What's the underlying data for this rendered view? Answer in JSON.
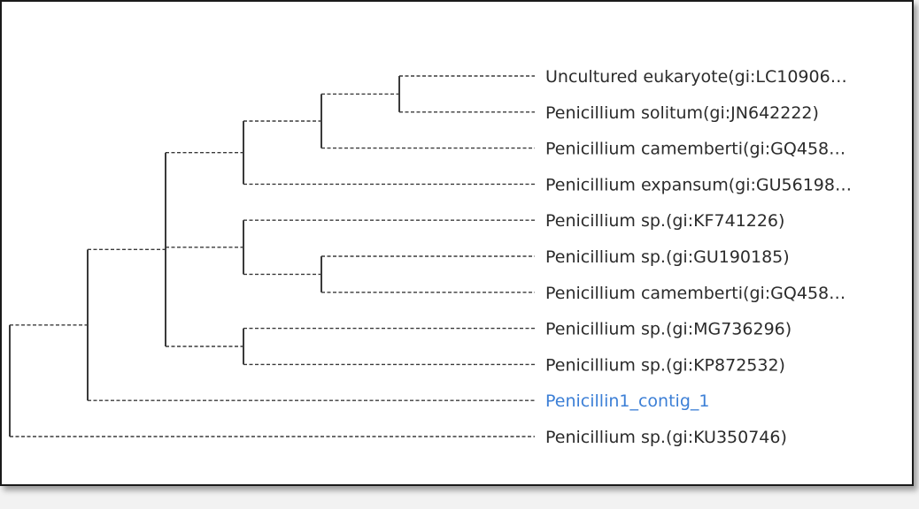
{
  "tree": {
    "leaves": [
      {
        "id": "L1",
        "label": "Uncultured eukaryote(gi:LC10906…",
        "highlight": false
      },
      {
        "id": "L2",
        "label": "Penicillium solitum(gi:JN642222)",
        "highlight": false
      },
      {
        "id": "L3",
        "label": "Penicillium camemberti(gi:GQ458…",
        "highlight": false
      },
      {
        "id": "L4",
        "label": "Penicillium expansum(gi:GU56198…",
        "highlight": false
      },
      {
        "id": "L5",
        "label": "Penicillium sp.(gi:KF741226)",
        "highlight": false
      },
      {
        "id": "L6",
        "label": "Penicillium sp.(gi:GU190185)",
        "highlight": false
      },
      {
        "id": "L7",
        "label": "Penicillium camemberti(gi:GQ458…",
        "highlight": false
      },
      {
        "id": "L8",
        "label": "Penicillium sp.(gi:MG736296)",
        "highlight": false
      },
      {
        "id": "L9",
        "label": "Penicillium sp.(gi:KP872532)",
        "highlight": false
      },
      {
        "id": "L10",
        "label": "Penicillin1_contig_1",
        "highlight": true
      },
      {
        "id": "L11",
        "label": "Penicillium sp.(gi:KU350746)",
        "highlight": false
      }
    ],
    "topology": [
      "L11",
      [
        "L10",
        [
          [
            "L8",
            "L9"
          ],
          [
            [
              [
                "L1",
                "L2"
              ],
              "L3"
            ],
            "L4"
          ],
          [
            "L5",
            [
              "L6",
              "L7"
            ]
          ]
        ]
      ]
    ],
    "colors": {
      "line": "#3a3a3a",
      "label": "#2b2b2b",
      "highlight": "#3c7fd6"
    }
  }
}
